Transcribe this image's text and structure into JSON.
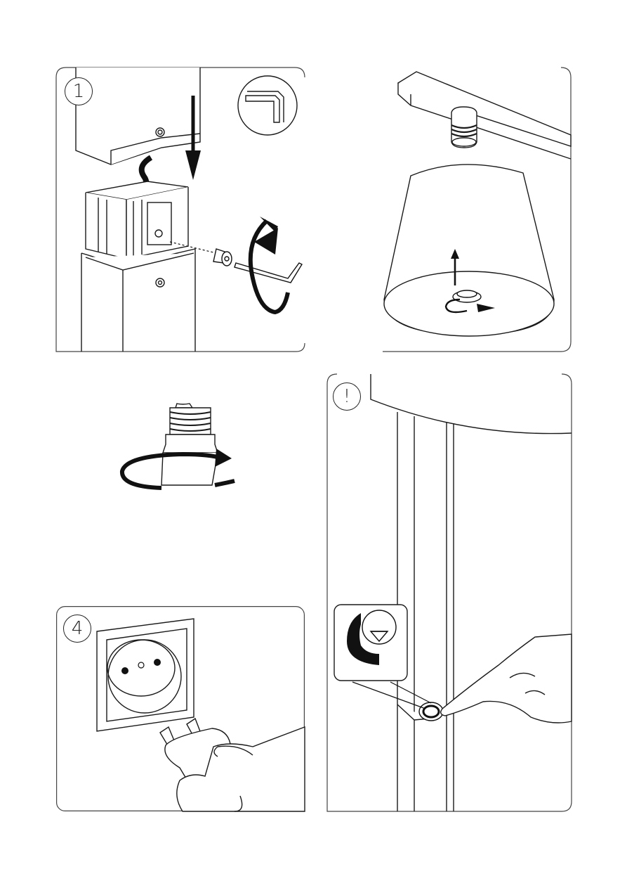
{
  "steps": [
    {
      "id": 1,
      "badge": "1",
      "illustration": "insert-upper-tube-and-tighten-screw",
      "tool_icon": "allen-key-icon"
    },
    {
      "id": 2,
      "badge": "",
      "illustration": "fit-lampshade-and-screw-ring"
    },
    {
      "id": 3,
      "badge": "",
      "illustration": "screw-in-e27-bulb"
    },
    {
      "id": 4,
      "badge": "4",
      "illustration": "plug-into-wall-socket"
    },
    {
      "id": 5,
      "badge": "!",
      "illustration": "press-foot-switch",
      "callout_icon": "press-button-icon"
    }
  ],
  "colors": {
    "line": "#1a1a1a",
    "fill": "#ffffff",
    "arrow": "#111111"
  }
}
